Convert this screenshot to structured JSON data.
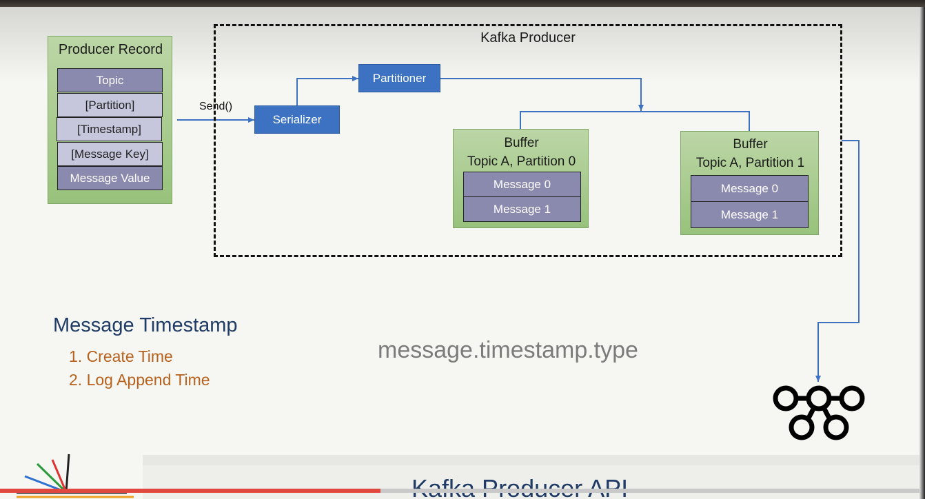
{
  "producer_record": {
    "title": "Producer Record",
    "fields": [
      "Topic",
      "[Partition]",
      "[Timestamp]",
      "[Message Key]",
      "Message Value"
    ]
  },
  "send_label": "Send()",
  "kafka_producer": {
    "title": "Kafka Producer",
    "serializer": "Serializer",
    "partitioner": "Partitioner",
    "buffers": [
      {
        "title": "Buffer",
        "subtitle": "Topic A, Partition 0",
        "messages": [
          "Message 0",
          "Message 1"
        ]
      },
      {
        "title": "Buffer",
        "subtitle": "Topic A, Partition 1",
        "messages": [
          "Message 0",
          "Message 1"
        ]
      }
    ]
  },
  "timestamp_section": {
    "heading": "Message Timestamp",
    "items": [
      "1. Create Time",
      "2. Log Append Time"
    ]
  },
  "config_key": "message.timestamp.type",
  "slide_title": "Kafka Producer API",
  "colors": {
    "accent_blue": "#3c72c1",
    "field_dark": "#8a89ae",
    "field_light": "#c6c7dd",
    "heading": "#1f3b66",
    "orange": "#b8611c"
  },
  "icons": {
    "kafka_logo": "kafka-logo-icon",
    "presenter_logo": "presenter-logo-icon"
  }
}
